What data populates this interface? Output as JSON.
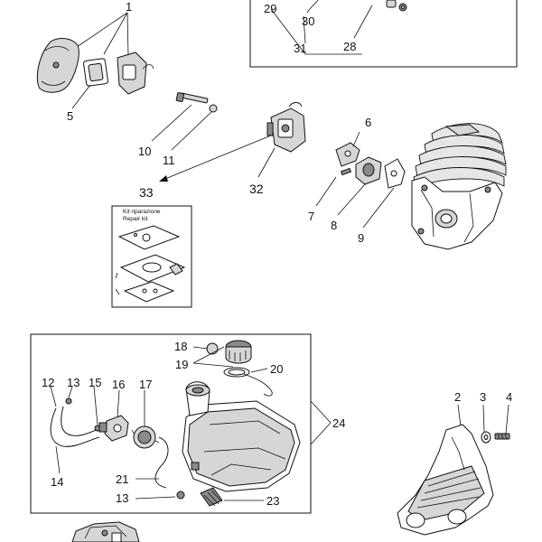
{
  "diagram": {
    "callouts": {
      "c1": "1",
      "c2": "2",
      "c3": "3",
      "c4": "4",
      "c5": "5",
      "c6": "6",
      "c7": "7",
      "c8": "8",
      "c9": "9",
      "c10": "10",
      "c11": "11",
      "c12": "12",
      "c13a": "13",
      "c13b": "13",
      "c14": "14",
      "c15": "15",
      "c16": "16",
      "c17": "17",
      "c18": "18",
      "c19": "19",
      "c20": "20",
      "c21": "21",
      "c23": "23",
      "c24": "24",
      "c28": "28",
      "c29": "29",
      "c30": "30",
      "c31": "31",
      "c32": "32",
      "c33": "33"
    },
    "repair_kit": {
      "label_it": "Kit riparazione",
      "label_en": "Repair kit"
    }
  }
}
